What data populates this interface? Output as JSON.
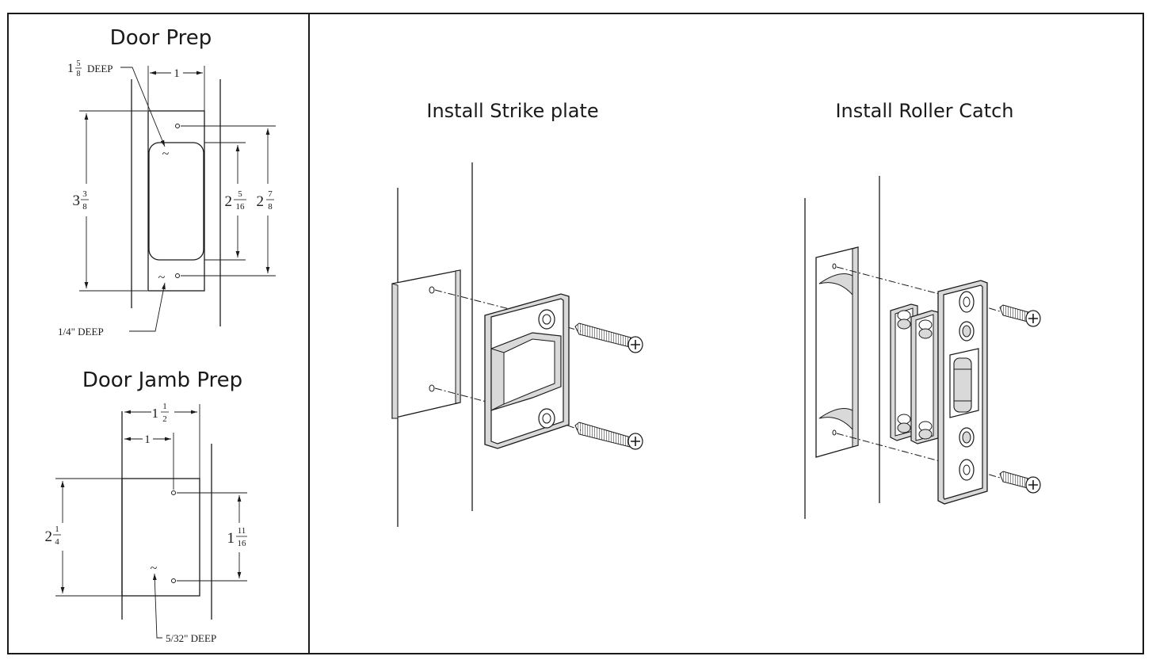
{
  "door_prep": {
    "title": "Door Prep",
    "mortise_depth": {
      "whole": "1",
      "num": "5",
      "den": "8",
      "unit": "DEEP"
    },
    "width_label": "1",
    "height": {
      "whole": "3",
      "num": "3",
      "den": "8"
    },
    "mortise_height": {
      "whole": "2",
      "num": "5",
      "den": "16"
    },
    "hole_spacing": {
      "whole": "2",
      "num": "7",
      "den": "8"
    },
    "hole_depth": "1/4\" DEEP"
  },
  "jamb_prep": {
    "title": "Door Jamb Prep",
    "width": {
      "whole": "1",
      "num": "1",
      "den": "2"
    },
    "hole_offset": "1",
    "height": {
      "whole": "2",
      "num": "1",
      "den": "4"
    },
    "hole_spacing": {
      "whole": "1",
      "num": "11",
      "den": "16"
    },
    "hole_depth": "5/32\" DEEP"
  },
  "strike": {
    "title": "Install Strike plate"
  },
  "roller": {
    "title": "Install Roller Catch"
  },
  "colors": {
    "line": "#1a1a1a",
    "frame": "#1a1a1a",
    "paper": "#ffffff",
    "shade": "#d9d9d9"
  }
}
